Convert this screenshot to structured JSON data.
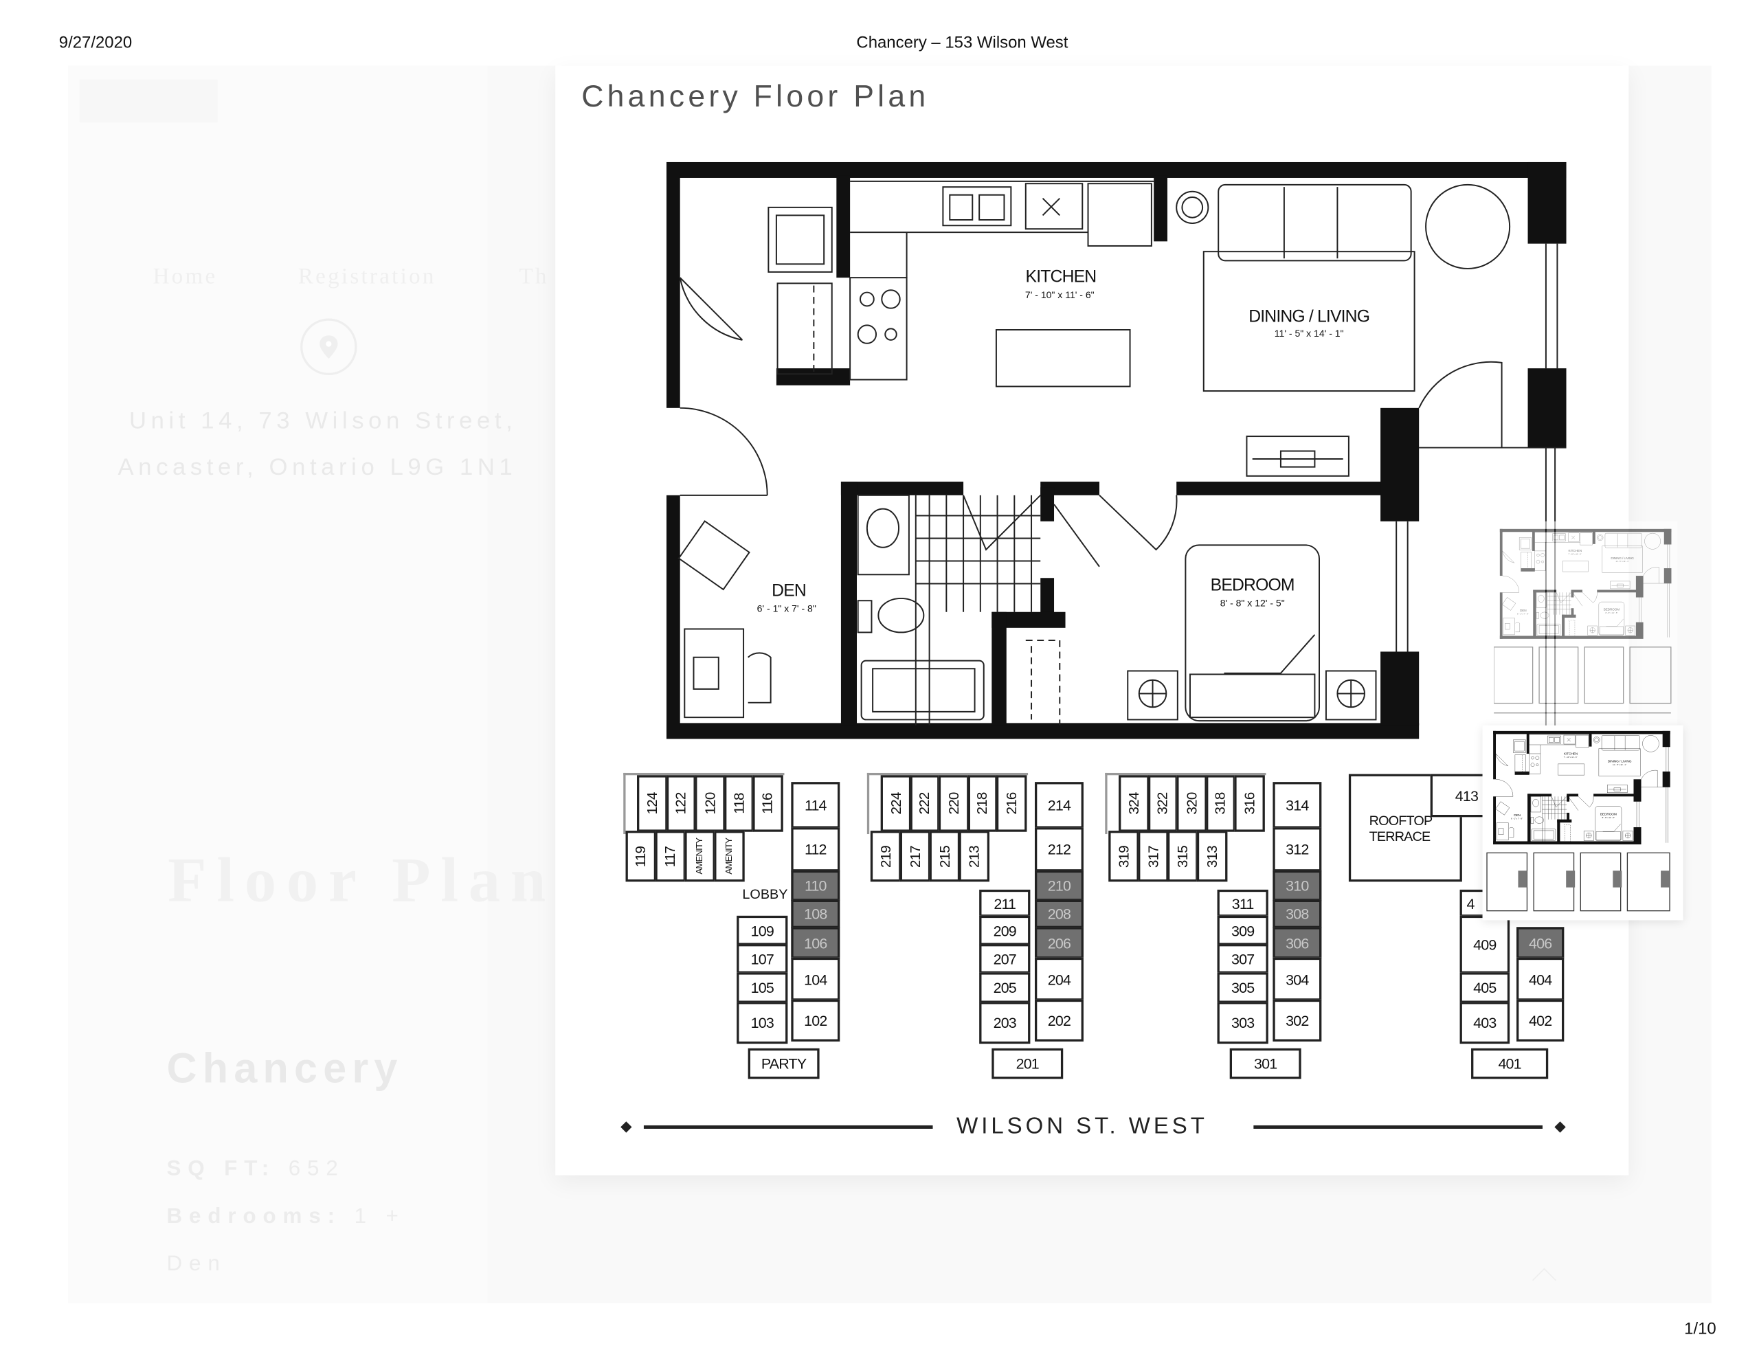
{
  "print_header": {
    "date": "9/27/2020",
    "title": "Chancery – 153 Wilson West"
  },
  "print_footer": {
    "page": "1/10"
  },
  "background_page": {
    "nav": [
      "Home",
      "Registration",
      "Th"
    ],
    "location_icon": "map-pin-icon",
    "address_line1": "Unit 14, 73 Wilson Street,",
    "address_line2": "Ancaster, Ontario  L9G 1N1",
    "section_title": "Floor Plan",
    "model_name": "Chancery",
    "sq_ft_label": "SQ FT:",
    "sq_ft": "652",
    "bedrooms_label": "Bedrooms:",
    "bedrooms": "1 +",
    "bedrooms_extra": "Den"
  },
  "modal": {
    "title": "Chancery Floor Plan",
    "rooms": {
      "kitchen": {
        "name": "KITCHEN",
        "size": "7' - 10\" x 11' - 6\""
      },
      "dining_living": {
        "name": "DINING / LIVING",
        "size": "11' - 5\" x 14' - 1\""
      },
      "bedroom": {
        "name": "BEDROOM",
        "size": "8' - 8\" x 12' - 5\""
      },
      "den": {
        "name": "DEN",
        "size": "6' - 1\" x 7' - 8\""
      }
    },
    "site_plan": {
      "highlight_color": "#707070",
      "clusters": [
        {
          "top_row": [
            "124",
            "122",
            "120",
            "118",
            "116"
          ],
          "second_row": [
            "119",
            "117",
            "AMENITY",
            "AMENITY"
          ],
          "lobby": "LOBBY",
          "left_column": [
            "109",
            "107",
            "105",
            "103"
          ],
          "right_column": [
            {
              "label": "114"
            },
            {
              "label": "112"
            },
            {
              "label": "110",
              "highlighted": true
            },
            {
              "label": "108",
              "highlighted": true
            },
            {
              "label": "106",
              "highlighted": true
            },
            {
              "label": "104"
            },
            {
              "label": "102"
            }
          ],
          "bottom": "PARTY"
        },
        {
          "top_row": [
            "224",
            "222",
            "220",
            "218",
            "216"
          ],
          "second_row": [
            "219",
            "217",
            "215",
            "213"
          ],
          "left_column": [
            "211",
            "209",
            "207",
            "205",
            "203"
          ],
          "right_column": [
            {
              "label": "214"
            },
            {
              "label": "212"
            },
            {
              "label": "210",
              "highlighted": true
            },
            {
              "label": "208",
              "highlighted": true
            },
            {
              "label": "206",
              "highlighted": true
            },
            {
              "label": "204"
            },
            {
              "label": "202"
            }
          ],
          "bottom": "201"
        },
        {
          "top_row": [
            "324",
            "322",
            "320",
            "318",
            "316"
          ],
          "second_row": [
            "319",
            "317",
            "315",
            "313"
          ],
          "left_column": [
            "311",
            "309",
            "307",
            "305",
            "303"
          ],
          "right_column": [
            {
              "label": "314"
            },
            {
              "label": "312"
            },
            {
              "label": "310",
              "highlighted": true
            },
            {
              "label": "308",
              "highlighted": true
            },
            {
              "label": "306",
              "highlighted": true
            },
            {
              "label": "304"
            },
            {
              "label": "302"
            }
          ],
          "bottom": "301"
        }
      ],
      "cluster4": {
        "terrace": "ROOFTOP TERRACE",
        "top": "413",
        "left_column": [
          "4",
          "409",
          "405",
          "403"
        ],
        "right_column": [
          {
            "label": "406",
            "highlighted": true
          },
          {
            "label": "404"
          },
          {
            "label": "402"
          }
        ],
        "bottom": "401"
      },
      "street": "WILSON ST. WEST"
    }
  }
}
